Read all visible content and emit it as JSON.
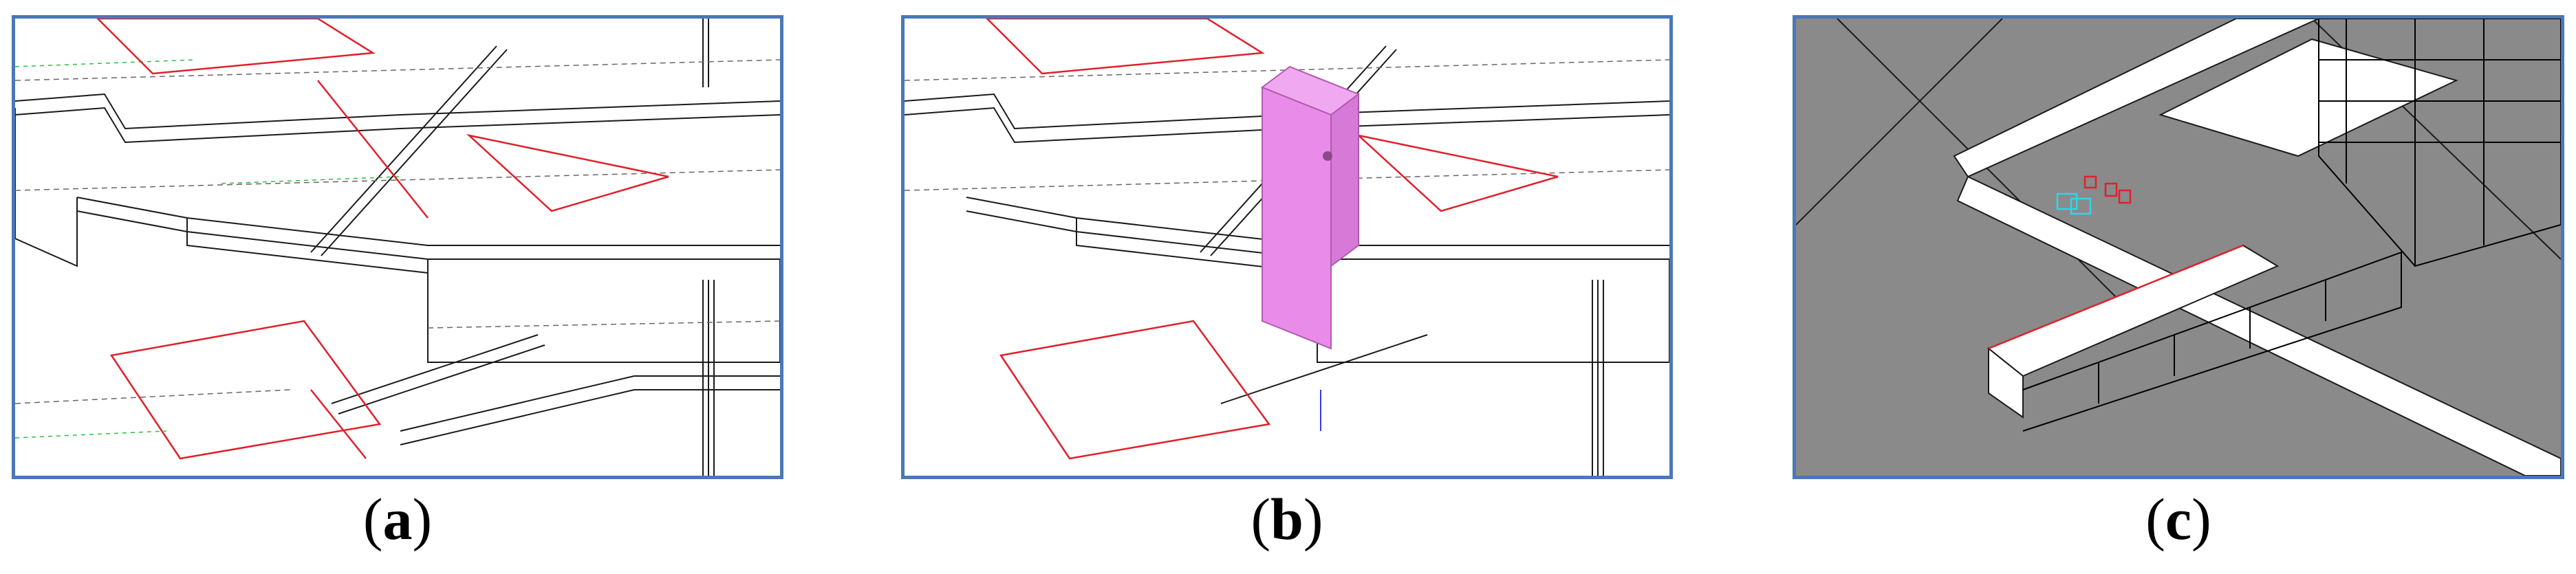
{
  "figure": {
    "panels": [
      {
        "id": "a",
        "label": "a",
        "description_icon": "staircase-wireframe-icon"
      },
      {
        "id": "b",
        "label": "b",
        "description_icon": "staircase-with-pink-clash-volume-icon"
      },
      {
        "id": "c",
        "label": "c",
        "description_icon": "staircase-shaded-view-icon"
      }
    ],
    "colors": {
      "frame": "#4a78b8",
      "wire": "#1a1a1a",
      "highlight": "#e0202a",
      "clash_volume": "#e98ce9",
      "grid_green": "#2bbf3c",
      "shaded_bg": "#8a8a8a",
      "cyan_marker": "#2fd6e6"
    },
    "captions": {
      "a": {
        "open": "(",
        "letter": "a",
        "close": ")"
      },
      "b": {
        "open": "(",
        "letter": "b",
        "close": ")"
      },
      "c": {
        "open": "(",
        "letter": "c",
        "close": ")"
      }
    }
  }
}
